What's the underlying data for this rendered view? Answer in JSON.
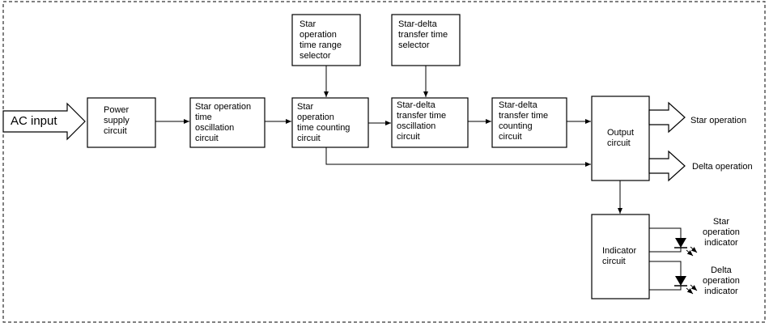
{
  "blocks": {
    "power_supply": "Power\nsupply\ncircuit",
    "star_osc": "Star operation\ntime\noscillation\ncircuit",
    "star_range_selector": "Star\noperation\ntime range\nselector",
    "star_counting": "Star\noperation\ntime counting\ncircuit",
    "delta_selector": "Star-delta\ntransfer time\nselector",
    "delta_osc": "Star-delta\ntransfer time\noscillation\ncircuit",
    "delta_counting": "Star-delta\ntransfer time\ncounting\ncircuit",
    "output": "Output\ncircuit",
    "indicator": "Indicator\ncircuit"
  },
  "io": {
    "ac_input": "AC input",
    "star_operation": "Star operation",
    "delta_operation": "Delta operation"
  },
  "indicators": {
    "star": "Star\noperation\nindicator",
    "delta": "Delta\noperation\nindicator"
  }
}
